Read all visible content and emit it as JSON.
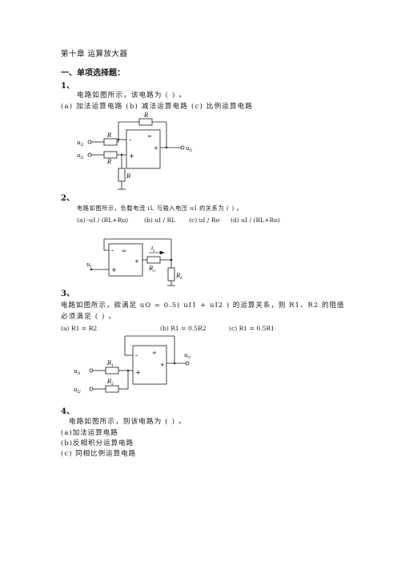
{
  "title": "第十章 运算放大器",
  "section": "一、单项选择题：",
  "q1": {
    "num": "1、",
    "stem": "电路如图所示，该电路为 (      ) 。",
    "options": "(a)  加法运算电路 (b)  减法运算电路   (c)  比例运算电路",
    "fig": {
      "r_top": "R",
      "r1": "R",
      "r2": "R",
      "r3": "R",
      "in1": "u",
      "in1_sub": "I1",
      "in2": "u",
      "in2_sub": "I2",
      "out": "u",
      "out_sub": "O",
      "minus": "-",
      "plus": "+",
      "inf": "∞",
      "out_plus": "+"
    }
  },
  "q2": {
    "num": "2、",
    "stem": "电路如图所示，负载电流 iL 与输入电压 uI 的关系为 (      ) 。",
    "opt_a": "(a)  -uI / (RL+Ro)",
    "opt_b": "(b)  uI / RL",
    "opt_c": "(c)  uI / Ro",
    "opt_d": "(d)  uI / (RL+Ro)",
    "fig": {
      "in": "u",
      "in_sub": "I",
      "iL": "i",
      "iL_sub": "L",
      "Ro": "R",
      "Ro_sub": "o",
      "RL": "R",
      "RL_sub": "L",
      "minus": "-",
      "plus": "+",
      "inf": "∞",
      "out_plus": "+"
    }
  },
  "q3": {
    "num": "3、",
    "stem_line1": "电路如图所示，欲满足  uO =  0.5(  uI1 + uI2 ) 的运算关系，则 R1、R2 的阻值",
    "stem_line2": "必须满足 (      ) 。",
    "opt_a": "(a)    R1 = R2",
    "opt_b": "(b)    R1 = 0.5R2",
    "opt_c": "(c)    R1 = 0.5R1",
    "fig": {
      "in1": "u",
      "in1_sub": "I1",
      "in2": "u",
      "in2_sub": "I2",
      "r1": "R",
      "r1_sub": "1",
      "r2": "R",
      "r2_sub": "2",
      "out": "u",
      "out_sub": "O",
      "minus": "-",
      "plus": "+",
      "inf": "∞",
      "out_plus": "+"
    }
  },
  "q4": {
    "num": "4、",
    "stem": "电路如图所示，则该电路为 (      ) 。",
    "opt_a": "(a)加法运算电路",
    "opt_b": "(b)反相积分运算电路",
    "opt_c": "(c)  同相比例运算电路"
  }
}
